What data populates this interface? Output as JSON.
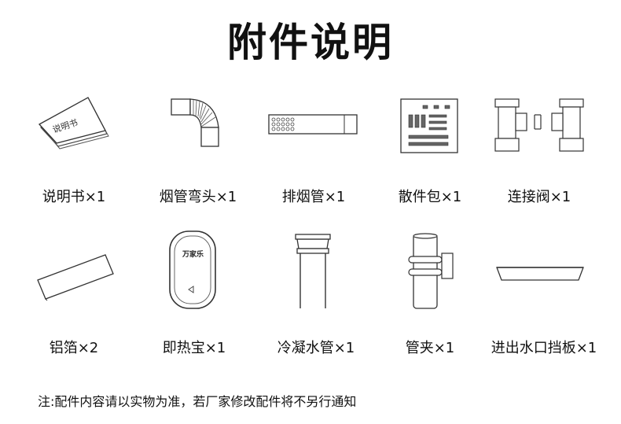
{
  "title": "附件说明",
  "items": [
    {
      "label": "说明书×1",
      "icon": "manual-booklet-icon",
      "mark": "说明书"
    },
    {
      "label": "烟管弯头×1",
      "icon": "flue-elbow-icon"
    },
    {
      "label": "排烟管×1",
      "icon": "exhaust-pipe-icon"
    },
    {
      "label": "散件包×1",
      "icon": "parts-pack-icon"
    },
    {
      "label": "连接阀×1",
      "icon": "connection-valve-icon"
    },
    {
      "label": "铝箔×2",
      "icon": "aluminum-foil-icon"
    },
    {
      "label": "即热宝×1",
      "icon": "instant-heater-icon",
      "brand": "万家乐"
    },
    {
      "label": "冷凝水管×1",
      "icon": "condensate-pipe-icon"
    },
    {
      "label": "管夹×1",
      "icon": "pipe-clamp-icon"
    },
    {
      "label": "进出水口挡板×1",
      "icon": "water-port-baffle-icon"
    }
  ],
  "note": "注:配件内容请以实物为准，若厂家修改配件将不另行通知"
}
